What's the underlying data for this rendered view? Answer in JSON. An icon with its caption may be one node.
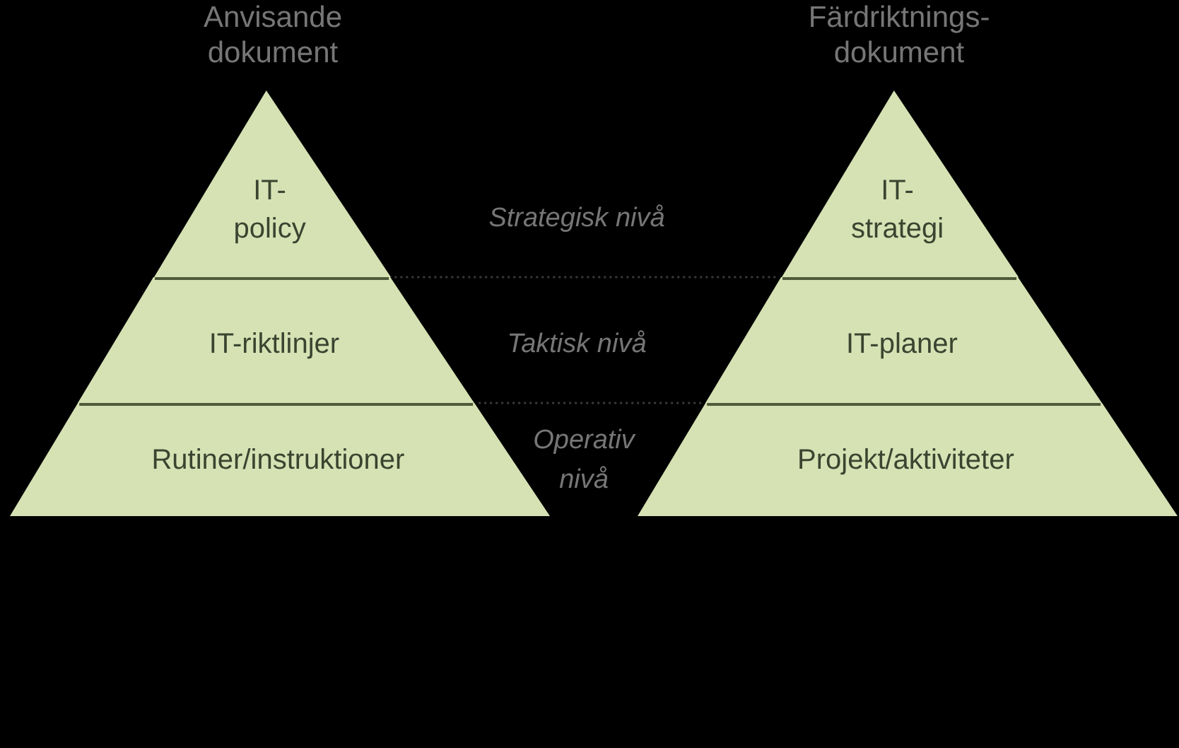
{
  "diagram": {
    "nodes": [
      {
        "text": [
          "Anvisande dokument"
        ]
      },
      {
        "text": [
          "IT- policy"
        ],
        "in": 0
      },
      {
        "text": [
          "IT-riktlinjer"
        ],
        "in": 0
      },
      {
        "text": [
          "Rutiner/instruktioner"
        ],
        "in": 0
      },
      {
        "text": [
          "Färdriktnings- dokument"
        ]
      },
      {
        "text": [
          "IT- strategi"
        ],
        "in": 4
      },
      {
        "text": [
          "IT-planer"
        ],
        "in": 4
      },
      {
        "text": [
          "Projekt/aktiviteter"
        ],
        "in": 4
      }
    ],
    "labels": [
      "Strategisk nivå",
      "Taktisk nivå",
      "Operativ nivå"
    ]
  }
}
